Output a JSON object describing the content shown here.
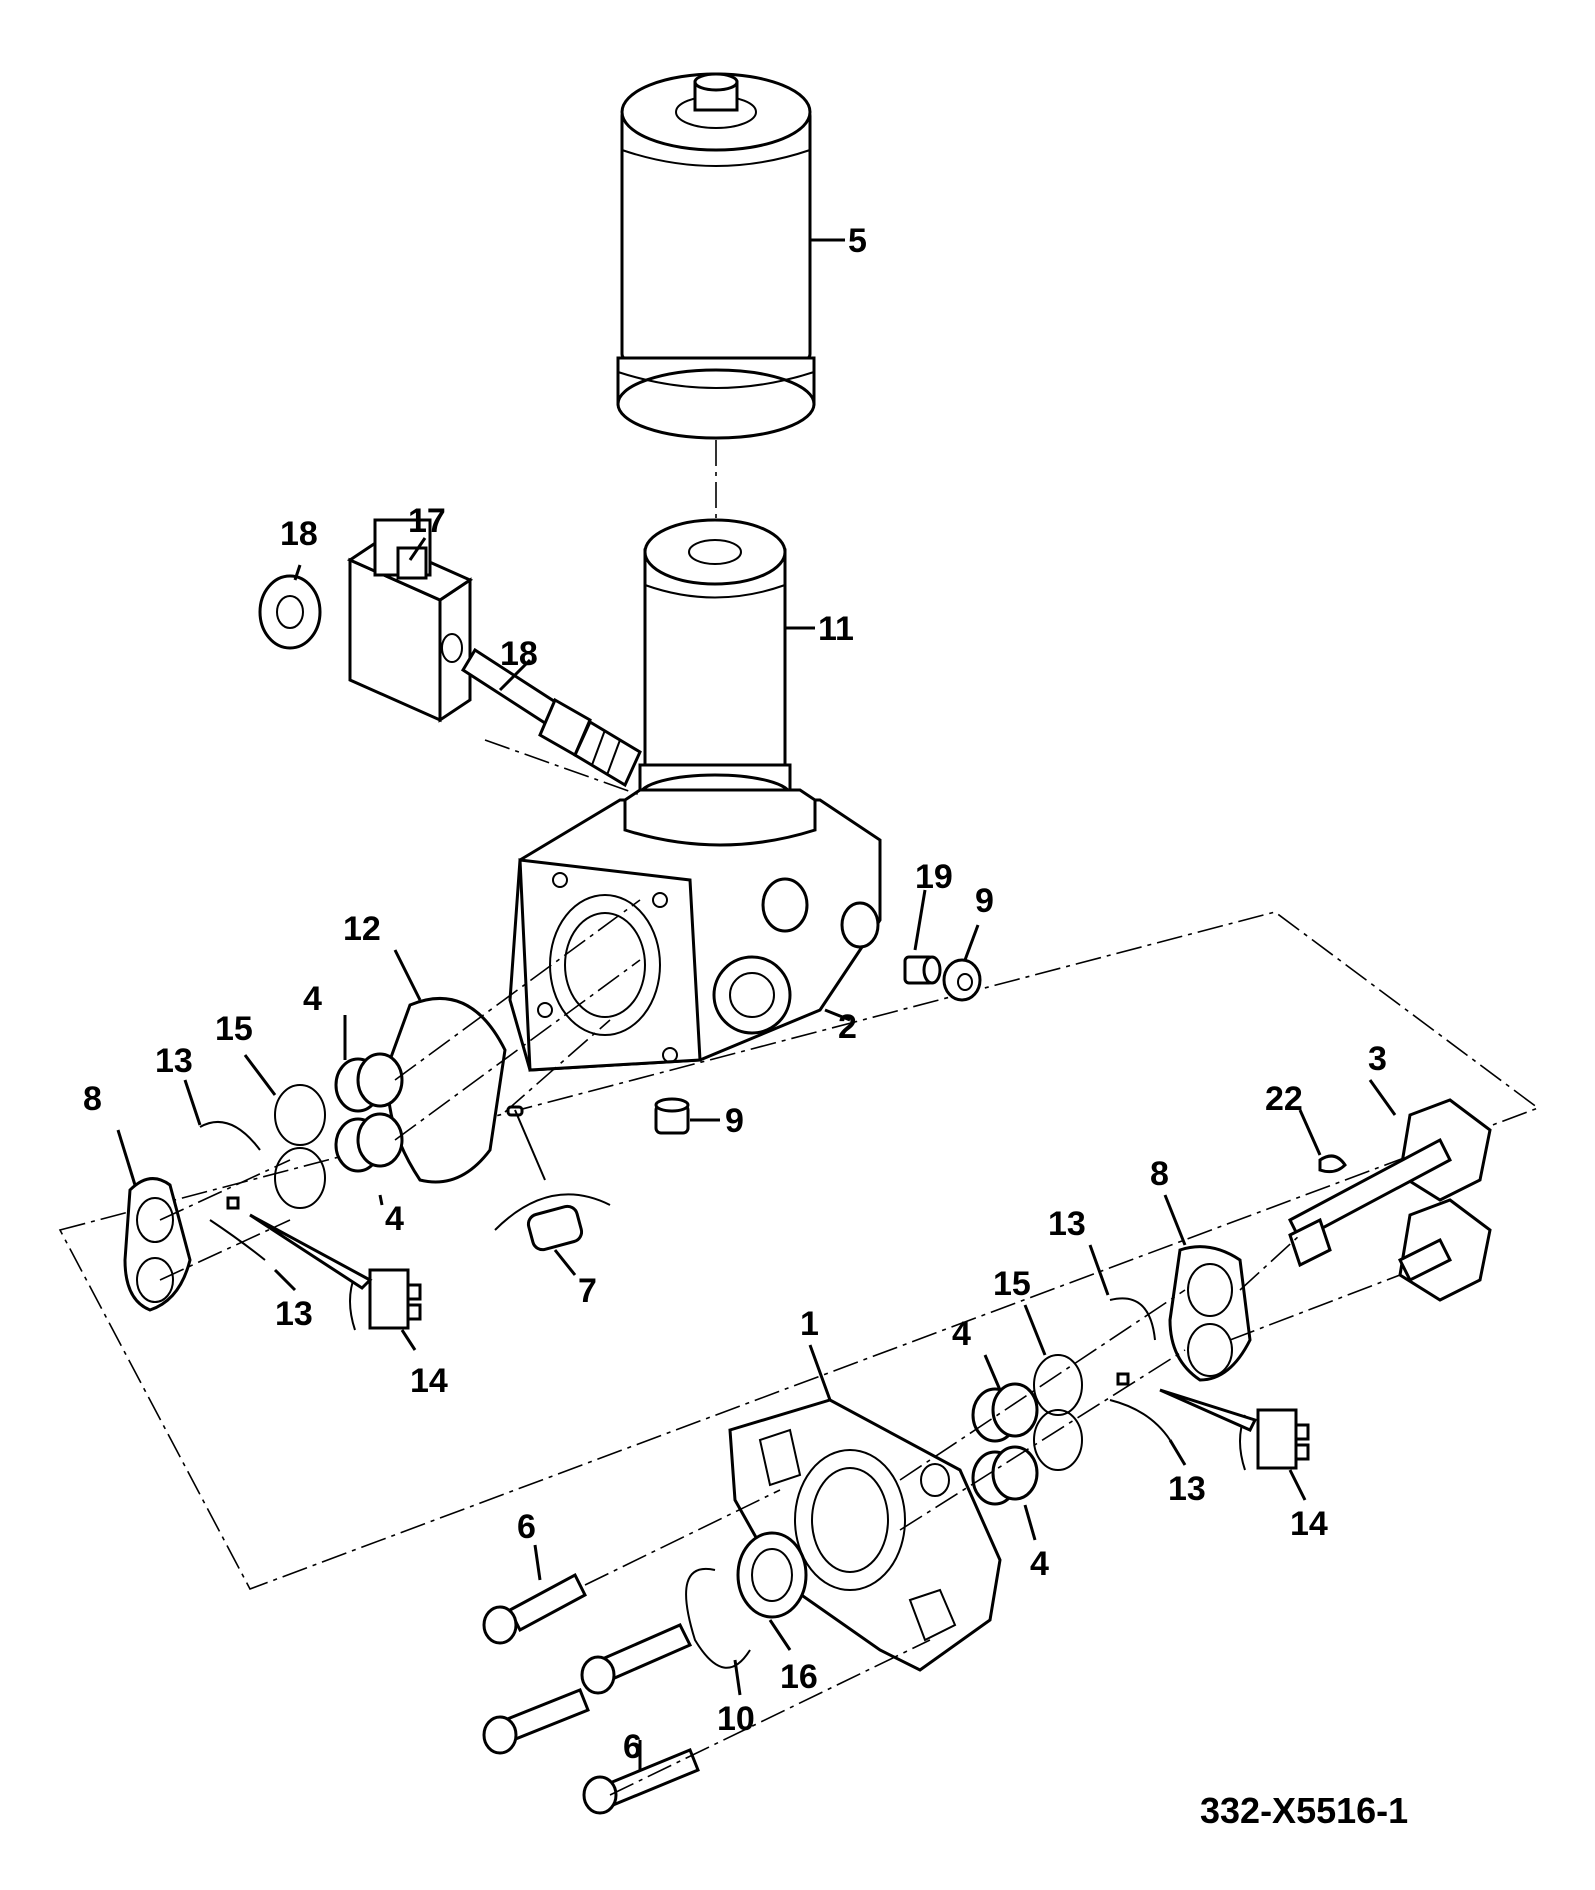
{
  "drawing_number": "332-X5516-1",
  "callouts": [
    {
      "id": "c5",
      "text": "5"
    },
    {
      "id": "c17",
      "text": "17"
    },
    {
      "id": "c18a",
      "text": "18"
    },
    {
      "id": "c11",
      "text": "11"
    },
    {
      "id": "c18b",
      "text": "18"
    },
    {
      "id": "c19",
      "text": "19"
    },
    {
      "id": "c9a",
      "text": "9"
    },
    {
      "id": "c12",
      "text": "12"
    },
    {
      "id": "c4a",
      "text": "4"
    },
    {
      "id": "c15a",
      "text": "15"
    },
    {
      "id": "c13a",
      "text": "13"
    },
    {
      "id": "c8a",
      "text": "8"
    },
    {
      "id": "c2",
      "text": "2"
    },
    {
      "id": "c9b",
      "text": "9"
    },
    {
      "id": "c3",
      "text": "3"
    },
    {
      "id": "c22",
      "text": "22"
    },
    {
      "id": "c4b",
      "text": "4"
    },
    {
      "id": "c7",
      "text": "7"
    },
    {
      "id": "c13b",
      "text": "13"
    },
    {
      "id": "c14a",
      "text": "14"
    },
    {
      "id": "c8b",
      "text": "8"
    },
    {
      "id": "c13c",
      "text": "13"
    },
    {
      "id": "c15b",
      "text": "15"
    },
    {
      "id": "c1",
      "text": "1"
    },
    {
      "id": "c4c",
      "text": "4"
    },
    {
      "id": "c13d",
      "text": "13"
    },
    {
      "id": "c6a",
      "text": "6"
    },
    {
      "id": "c4d",
      "text": "4"
    },
    {
      "id": "c14b",
      "text": "14"
    },
    {
      "id": "c16",
      "text": "16"
    },
    {
      "id": "c10",
      "text": "10"
    },
    {
      "id": "c6b",
      "text": "6"
    }
  ]
}
